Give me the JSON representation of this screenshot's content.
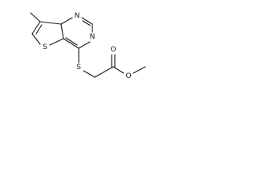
{
  "molecule": {
    "atoms": {
      "n_top": "N",
      "n_right": "N",
      "s_ring": "S",
      "s_link": "S",
      "o_carbonyl": "O",
      "o_ester": "O"
    }
  }
}
